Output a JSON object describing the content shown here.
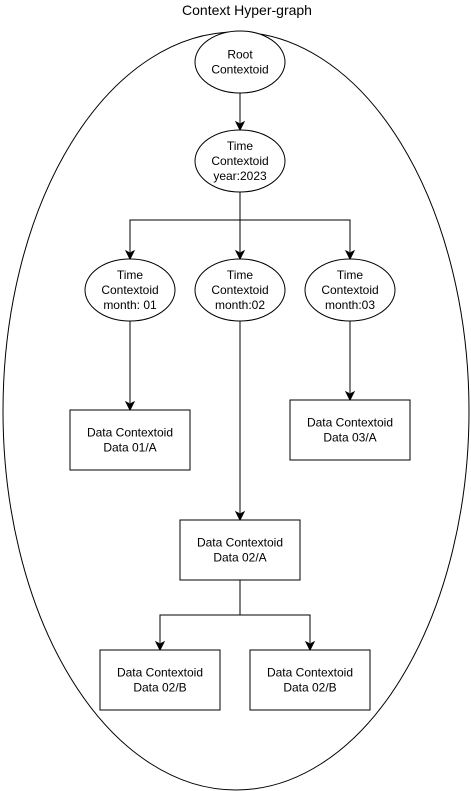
{
  "diagram": {
    "title": "Context Hyper-graph",
    "nodes": {
      "root": {
        "shape": "ellipse",
        "lines": [
          "Root",
          "Contextoid"
        ]
      },
      "year": {
        "shape": "ellipse",
        "lines": [
          "Time",
          "Contextoid",
          "year:2023"
        ]
      },
      "month01": {
        "shape": "ellipse",
        "lines": [
          "Time",
          "Contextoid",
          "month: 01"
        ]
      },
      "month02": {
        "shape": "ellipse",
        "lines": [
          "Time",
          "Contextoid",
          "month:02"
        ]
      },
      "month03": {
        "shape": "ellipse",
        "lines": [
          "Time",
          "Contextoid",
          "month:03"
        ]
      },
      "data01a": {
        "shape": "rect",
        "lines": [
          "Data Contextoid",
          "Data 01/A"
        ]
      },
      "data03a": {
        "shape": "rect",
        "lines": [
          "Data Contextoid",
          "Data 03/A"
        ]
      },
      "data02a": {
        "shape": "rect",
        "lines": [
          "Data Contextoid",
          "Data 02/A"
        ]
      },
      "data02b_1": {
        "shape": "rect",
        "lines": [
          "Data Contextoid",
          "Data 02/B"
        ]
      },
      "data02b_2": {
        "shape": "rect",
        "lines": [
          "Data Contextoid",
          "Data 02/B"
        ]
      }
    },
    "edges": [
      {
        "from": "root",
        "to": "year"
      },
      {
        "from": "year",
        "to": "month01"
      },
      {
        "from": "year",
        "to": "month02"
      },
      {
        "from": "year",
        "to": "month03"
      },
      {
        "from": "month01",
        "to": "data01a"
      },
      {
        "from": "month03",
        "to": "data03a"
      },
      {
        "from": "month02",
        "to": "data02a"
      },
      {
        "from": "data02a",
        "to": "data02b_1"
      },
      {
        "from": "data02a",
        "to": "data02b_2"
      }
    ]
  }
}
